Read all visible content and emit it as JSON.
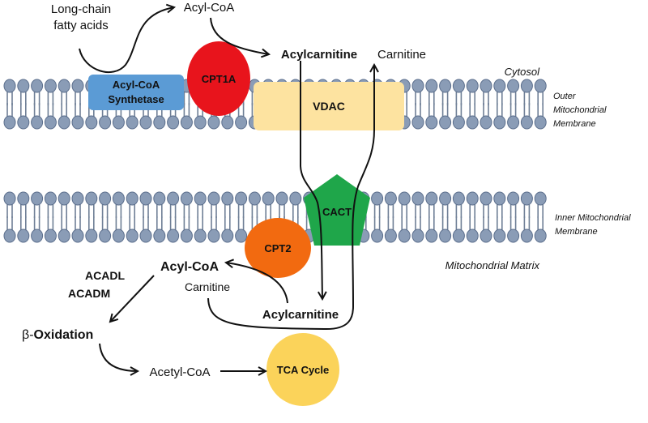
{
  "colors": {
    "lipid_head": "#8a9cb6",
    "lipid_head_stroke": "#5b6e8c",
    "lipid_tail": "#6f7f96",
    "acyl_coa_synthetase": "#5b9bd5",
    "cpt1a": "#e8141c",
    "vdac": "#fde3a0",
    "cact": "#1fa64a",
    "cpt2": "#f26a10",
    "tca_cycle": "#fbd35a",
    "arrow": "#111111"
  },
  "labels": {
    "long_chain_fatty_acids": [
      "Long-chain",
      "fatty acids"
    ],
    "acyl_coa_top": "Acyl-CoA",
    "acylcarnitine_top": "Acylcarnitine",
    "carnitine_top": "Carnitine",
    "cytosol": "Cytosol",
    "outer_membrane": [
      "Outer",
      "Mitochondrial",
      "Membrane"
    ],
    "inner_membrane": [
      "Inner Mitochondrial",
      "Membrane"
    ],
    "mitochondrial_matrix": "Mitochondrial Matrix",
    "acadl": "ACADL",
    "acadm": "ACADM",
    "acyl_coa_matrix": "Acyl-CoA",
    "carnitine_matrix": "Carnitine",
    "acylcarnitine_matrix": "Acylcarnitine",
    "beta_symbol": "β-",
    "oxidation": "Oxidation",
    "acetyl_coa": "Acetyl-CoA"
  },
  "proteins": {
    "acyl_coa_synthetase": [
      "Acyl-CoA",
      "Synthetase"
    ],
    "cpt1a": "CPT1A",
    "vdac": "VDAC",
    "cact": "CACT",
    "cpt2": "CPT2",
    "tca_cycle": "TCA Cycle"
  }
}
